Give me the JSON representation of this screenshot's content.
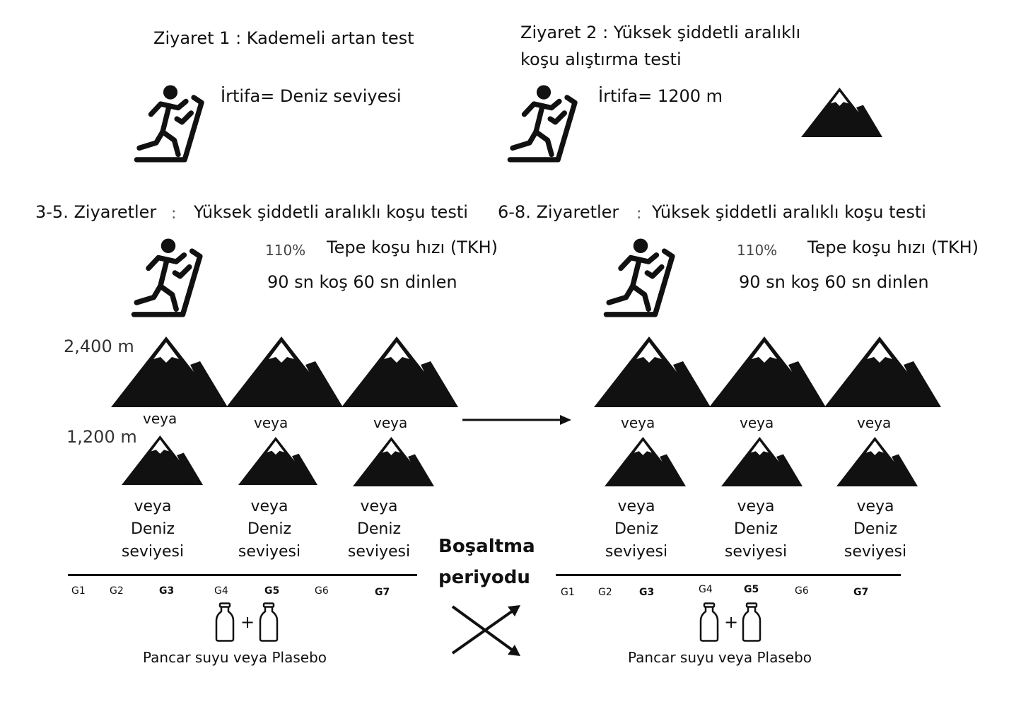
{
  "visit1": {
    "title": "Ziyaret 1 : Kademeli artan test",
    "altitude": "İrtifa= Deniz seviyesi"
  },
  "visit2": {
    "title_line1": "Ziyaret 2 : Yüksek şiddetli aralıklı",
    "title_line2": "koşu alıştırma testi",
    "altitude": "İrtifa= 1200 m"
  },
  "left_block": {
    "visits": "3-5. Ziyaretler",
    "test": "Yüksek şiddetli aralıklı koşu testi",
    "pct": "110%",
    "speed": "Tepe koşu hızı (TKH)",
    "protocol": "90 sn koş 60 sn dinlen",
    "alt_high": "2,400 m",
    "alt_mid": "1,200 m",
    "or": "veya",
    "sea_level_1": "Deniz",
    "sea_level_2": "seviyesi",
    "timeline": [
      "G1",
      "G2",
      "G3",
      "G4",
      "G5",
      "G6",
      "G7"
    ],
    "plus": "+",
    "supplement": "Pancar suyu veya Plasebo"
  },
  "right_block": {
    "visits": "6-8. Ziyaretler",
    "test": "Yüksek şiddetli aralıklı koşu testi",
    "pct": "110%",
    "speed": "Tepe koşu hızı (TKH)",
    "protocol": "90 sn koş 60 sn dinlen",
    "or": "veya",
    "sea_level_1": "Deniz",
    "sea_level_2": "seviyesi",
    "timeline": [
      "G1",
      "G2",
      "G3",
      "G4",
      "G5",
      "G6",
      "G7"
    ],
    "plus": "+",
    "supplement": "Pancar suyu veya Plasebo"
  },
  "washout": {
    "line1": "Boşaltma",
    "line2": "periyodu"
  },
  "icons": [
    "treadmill-runner-icon",
    "mountain-icon",
    "bottle-icon",
    "arrow-right-icon",
    "crossover-arrows-icon"
  ]
}
